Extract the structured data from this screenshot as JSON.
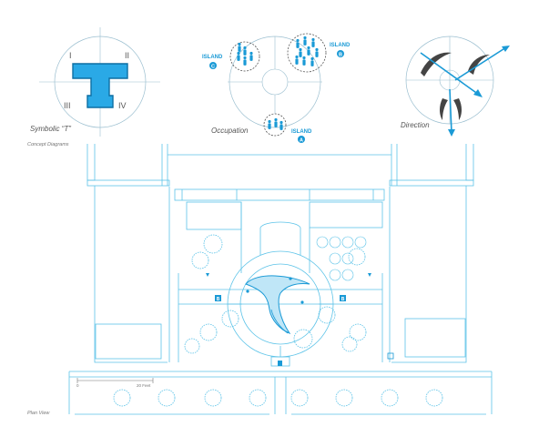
{
  "concepts": {
    "symbolic_t": {
      "caption": "Symbolic “T”",
      "quadrants": [
        "I",
        "II",
        "III",
        "IV"
      ]
    },
    "occupation": {
      "caption": "Occupation",
      "islands": [
        {
          "label": "ISLAND",
          "letter": "C"
        },
        {
          "label": "ISLAND",
          "letter": "B"
        },
        {
          "label": "ISLAND",
          "letter": "A"
        }
      ]
    },
    "direction": {
      "caption": "Direction"
    },
    "section_caption": "Concept Diagrams"
  },
  "plan": {
    "caption": "Plan View",
    "scale": {
      "start": "0",
      "end": "20 Feet"
    },
    "markers": [
      "B",
      "B"
    ]
  },
  "colors": {
    "line": "#5cc3e8",
    "accent": "#1a9ad6",
    "t_fill": "#2aa9e6",
    "text_grey": "#666666"
  }
}
